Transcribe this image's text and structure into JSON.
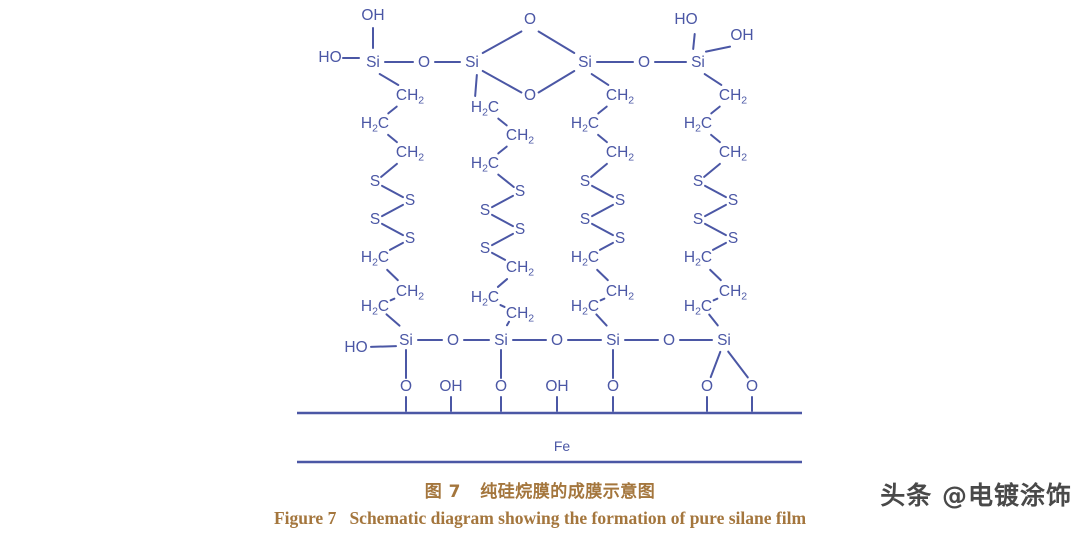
{
  "figure": {
    "substrate_label": "Fe",
    "line_color": "#4b57a5",
    "caption_color": "#a4763d",
    "caption_cn": "图 7   纯硅烷膜的成膜示意图",
    "caption_en": "Figure 7   Schematic diagram showing the formation of pure silane film",
    "watermark": "头条 @电镀涂饰"
  },
  "labels": {
    "Si": "Si",
    "O": "O",
    "OH": "OH",
    "HO": "HO",
    "S": "S",
    "Fe": "Fe",
    "CH2_pre": "CH",
    "CH2_sub": "2",
    "H2C_pre": "H",
    "H2C_sub": "2",
    "H2C_post": "C"
  },
  "top_row": {
    "silicons": [
      "Si",
      "Si",
      "Si",
      "Si"
    ],
    "bridges": [
      "O",
      "O"
    ],
    "terminal_left": [
      "HO",
      "OH"
    ],
    "terminal_right": [
      "HO",
      "OH"
    ],
    "ring_oxygens": [
      "O",
      "O"
    ]
  },
  "bottom_row": {
    "silicons": [
      "Si",
      "Si",
      "Si",
      "Si"
    ],
    "bridges": [
      "O",
      "O",
      "O"
    ],
    "terminal_left": "HO",
    "anchors": [
      "O",
      "OH",
      "O",
      "OH",
      "O",
      "O",
      "O"
    ]
  },
  "chains": [
    {
      "id": "chain-1",
      "mirrored": false,
      "upper": [
        "CH2",
        "H2C",
        "CH2"
      ],
      "sulfurs": [
        "S",
        "S",
        "S",
        "S"
      ],
      "lower": [
        "H2C",
        "CH2",
        "H2C"
      ]
    },
    {
      "id": "chain-2",
      "mirrored": true,
      "upper": [
        "H2C",
        "CH2",
        "H2C"
      ],
      "sulfurs": [
        "S",
        "S",
        "S",
        "S"
      ],
      "lower": [
        "CH2",
        "H2C",
        "CH2"
      ]
    },
    {
      "id": "chain-3",
      "mirrored": false,
      "upper": [
        "CH2",
        "H2C",
        "CH2"
      ],
      "sulfurs": [
        "S",
        "S",
        "S",
        "S"
      ],
      "lower": [
        "H2C",
        "CH2",
        "H2C"
      ]
    },
    {
      "id": "chain-4",
      "mirrored": false,
      "upper": [
        "CH2",
        "H2C",
        "CH2"
      ],
      "sulfurs": [
        "S",
        "S",
        "S",
        "S"
      ],
      "lower": [
        "H2C",
        "CH2",
        "H2C"
      ]
    }
  ]
}
